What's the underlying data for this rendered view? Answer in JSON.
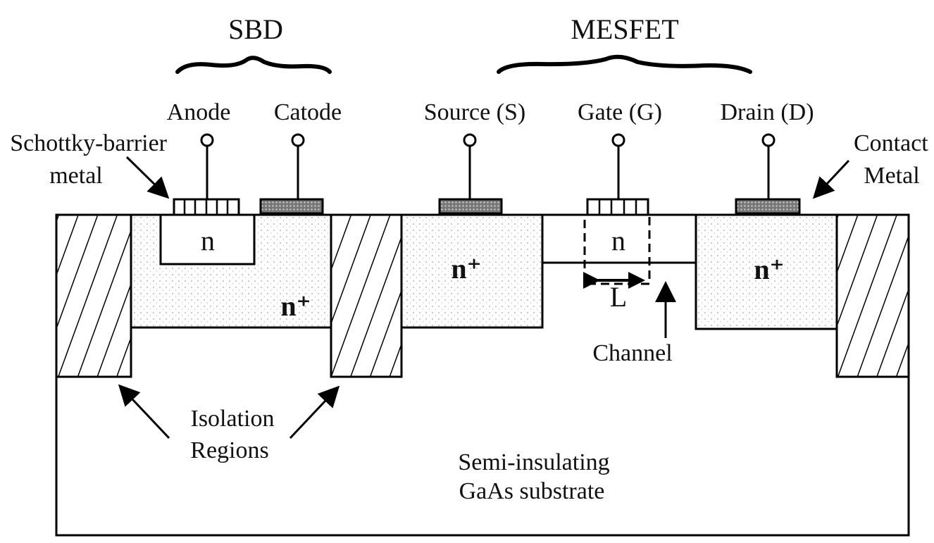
{
  "groups": {
    "sbd": "SBD",
    "mesfet": "MESFET"
  },
  "terminals": {
    "anode": "Anode",
    "catode": "Catode",
    "source": "Source (S)",
    "gate": "Gate (G)",
    "drain": "Drain (D)"
  },
  "callouts": {
    "schottky_line1": "Schottky-barrier",
    "schottky_line2": "metal",
    "contact_line1": "Contact",
    "contact_line2": "Metal",
    "channel": "Channel",
    "isolation_line1": "Isolation",
    "isolation_line2": "Regions",
    "substrate_line1": "Semi-insulating",
    "substrate_line2": "GaAs substrate"
  },
  "regions": {
    "sbd_n": "n",
    "sbd_nplus": "n⁺",
    "source_nplus": "n⁺",
    "gate_n": "n",
    "drain_nplus": "n⁺",
    "gate_length": "L"
  }
}
